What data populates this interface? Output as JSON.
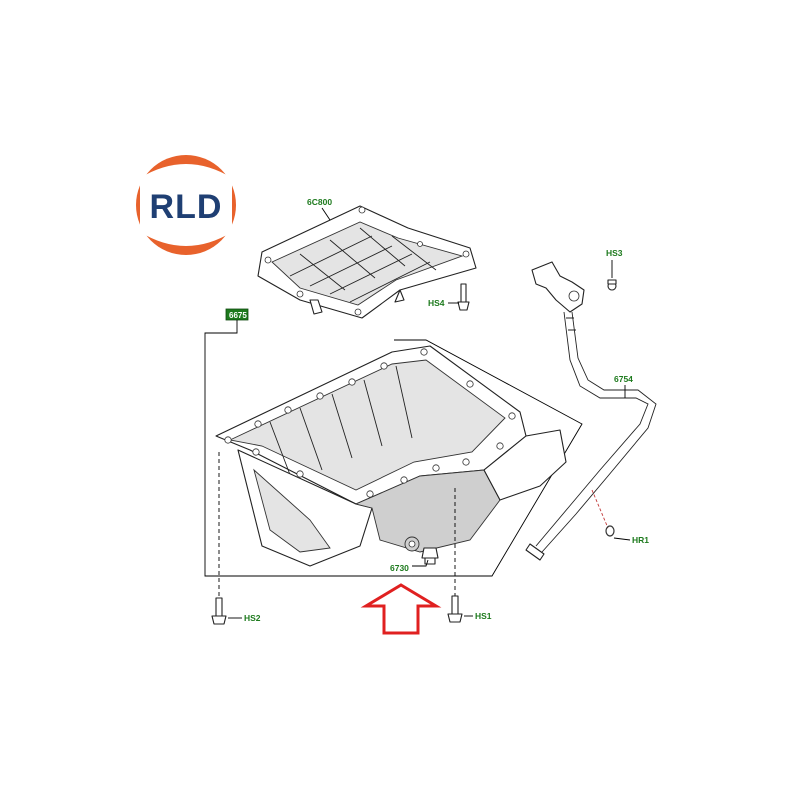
{
  "logo": {
    "text": "RLD",
    "colors": {
      "orange": "#e8622c",
      "navy": "#1f3f73"
    }
  },
  "callouts": {
    "windage_tray": "6C800",
    "oil_pan": "6675",
    "drain_plug": "6730",
    "dipstick_tube": "6754",
    "bolt_hs1": "HS1",
    "bolt_hs2": "HS2",
    "bolt_hs3": "HS3",
    "bolt_hs4": "HS4",
    "seal_hr1": "HR1"
  },
  "highlight": {
    "shape": "arrow-up",
    "color": "#e02020"
  }
}
